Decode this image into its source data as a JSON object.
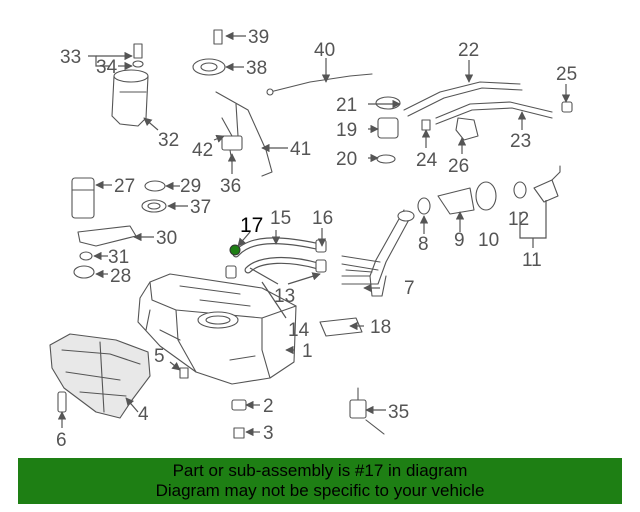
{
  "diagram": {
    "highlighted_part": "17",
    "callouts": [
      "1",
      "2",
      "3",
      "4",
      "5",
      "6",
      "7",
      "8",
      "9",
      "10",
      "11",
      "12",
      "13",
      "14",
      "15",
      "16",
      "17",
      "18",
      "19",
      "20",
      "21",
      "22",
      "23",
      "24",
      "25",
      "26",
      "27",
      "28",
      "29",
      "30",
      "31",
      "32",
      "33",
      "34",
      "35",
      "36",
      "37",
      "38",
      "39",
      "40",
      "41",
      "42"
    ]
  },
  "banner": {
    "line1": "Part or sub-assembly is #17 in diagram",
    "line2": "Diagram may not be specific to your vehicle",
    "background": "#1e7f14"
  }
}
